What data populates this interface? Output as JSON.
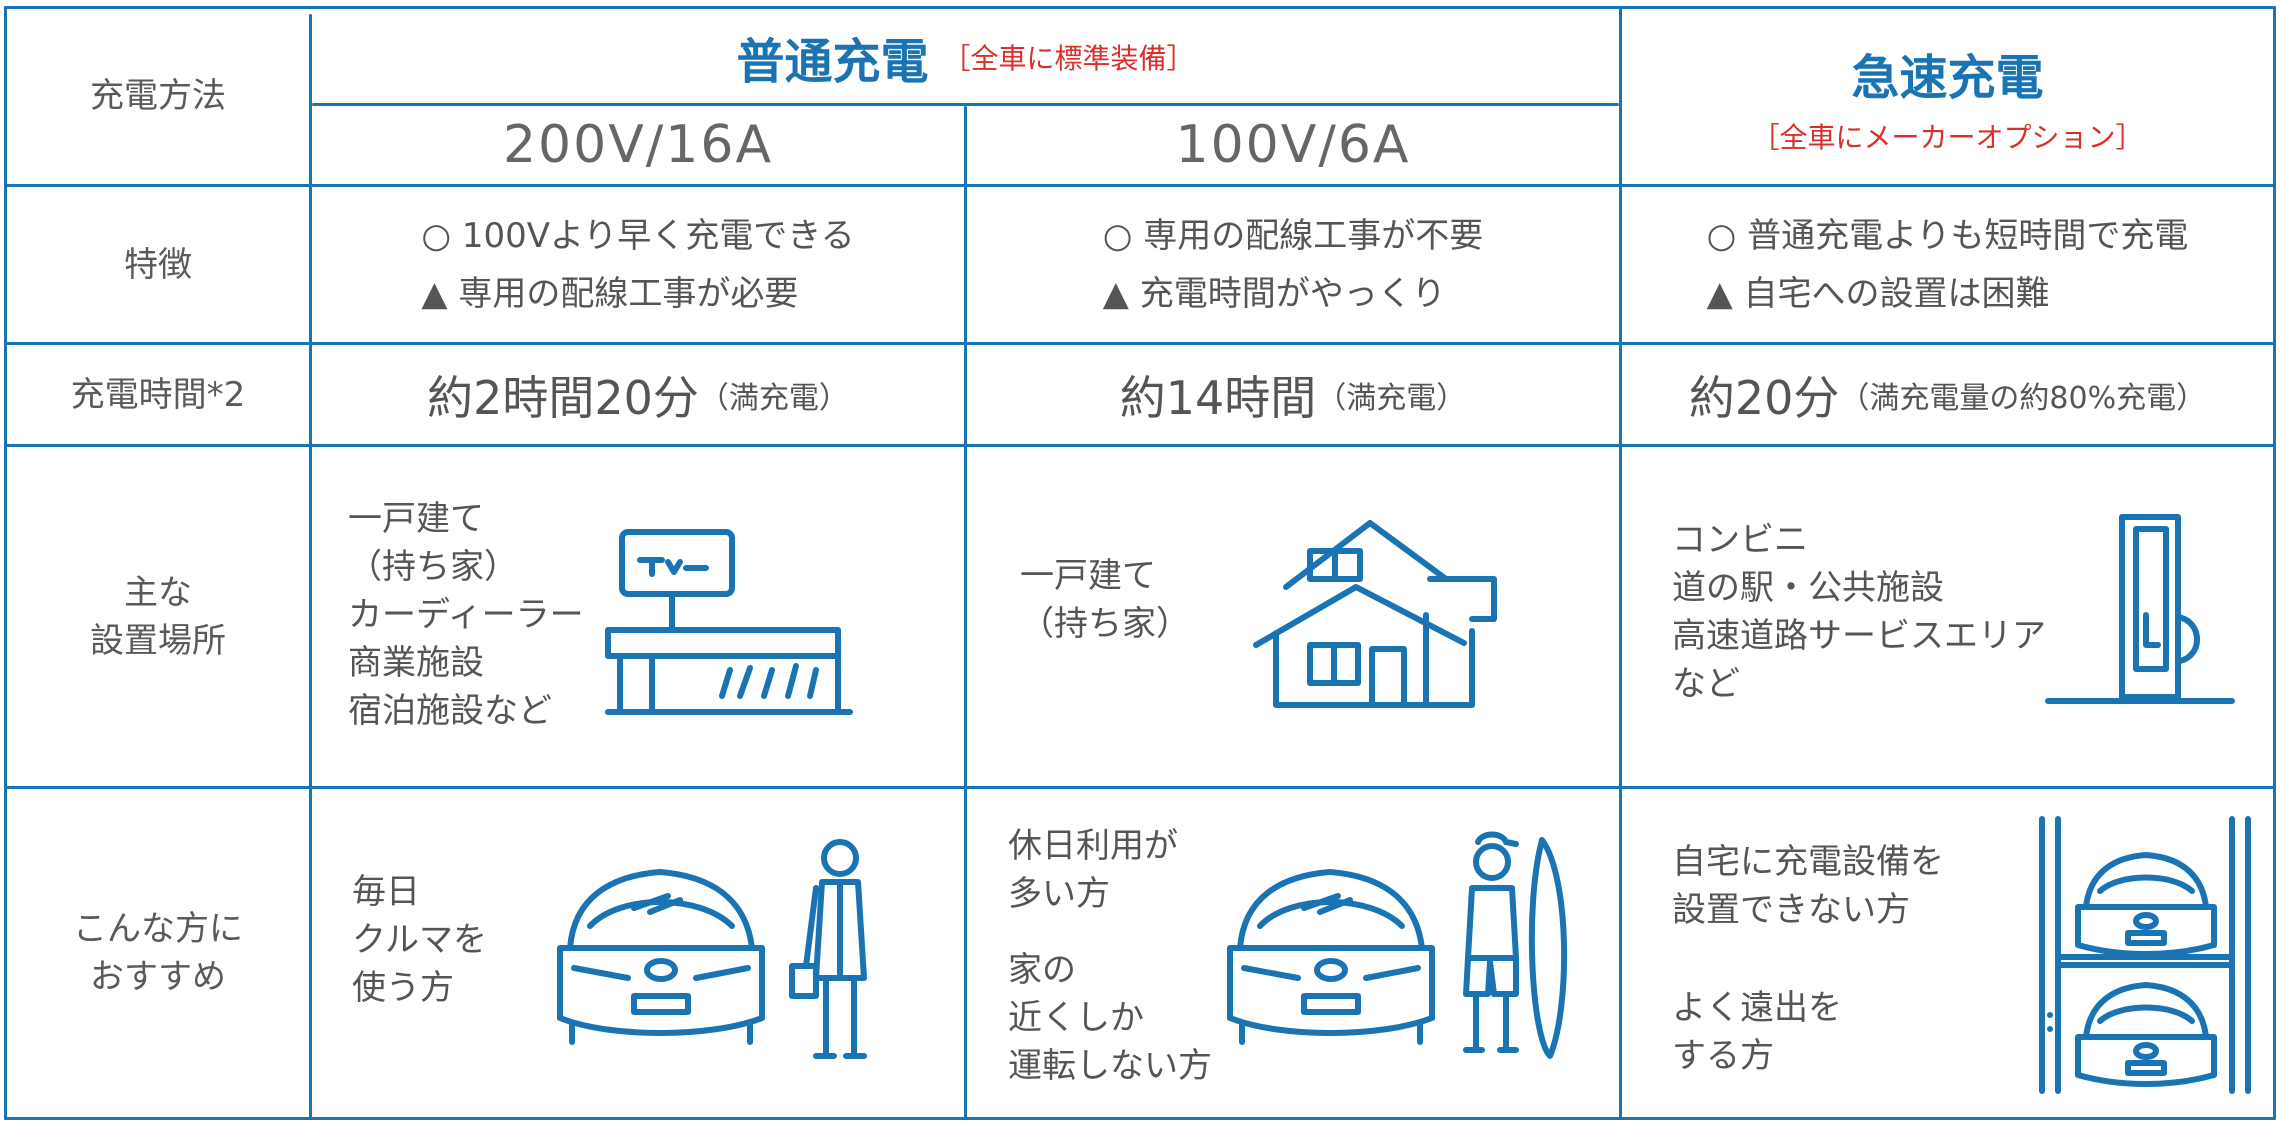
{
  "header": {
    "method_label": "充電方法",
    "normal_title": "普通充電",
    "normal_note": "［全車に標準装備］",
    "fast_title": "急速充電",
    "fast_note": "［全車にメーカーオプション］",
    "col1_voltage": "200V/16A",
    "col2_voltage": "100V/6A"
  },
  "rows": {
    "features_label": "特徴",
    "time_label": "充電時間*2",
    "place_label_1": "主な",
    "place_label_2": "設置場所",
    "rec_label_1": "こんな方に",
    "rec_label_2": "おすすめ"
  },
  "features": {
    "col1": [
      "○ 100Vより早く充電できる",
      "▲ 専用の配線工事が必要"
    ],
    "col2": [
      "○ 専用の配線工事が不要",
      "▲ 充電時間がやっくり"
    ],
    "col3": [
      "○ 普通充電よりも短時間で充電",
      "▲ 自宅への設置は困難"
    ]
  },
  "times": {
    "col1_main": "約2時間20分",
    "col1_sub": "（満充電）",
    "col2_main": "約14時間",
    "col2_sub": "（満充電）",
    "col3_main": "約20分",
    "col3_sub": "（満充電量の約80%充電）"
  },
  "places": {
    "col1": [
      "一戸建て",
      "（持ち家）",
      "カーディーラー",
      "商業施設",
      "宿泊施設など"
    ],
    "col2": [
      "一戸建て",
      "（持ち家）"
    ],
    "col3": [
      "コンビニ",
      "道の駅・公共施設",
      "高速道路サービスエリア",
      "など"
    ]
  },
  "recommend": {
    "col1": [
      "毎日",
      "クルマを",
      "使う方"
    ],
    "col2a": [
      "休日利用が",
      "多い方"
    ],
    "col2b": [
      "家の",
      "近くしか",
      "運転しない方"
    ],
    "col3a": [
      "自宅に充電設備を",
      "設置できない方"
    ],
    "col3b": [
      "よく遠出を",
      "する方"
    ]
  },
  "colors": {
    "line_blue": "#1a74b4",
    "note_red": "#d9302c",
    "text_gray": "#555555"
  },
  "icons": [
    "dealer-building-icon",
    "house-icon",
    "charging-station-icon",
    "car-with-businessman-icon",
    "car-with-surfer-icon",
    "parking-tower-icon"
  ]
}
